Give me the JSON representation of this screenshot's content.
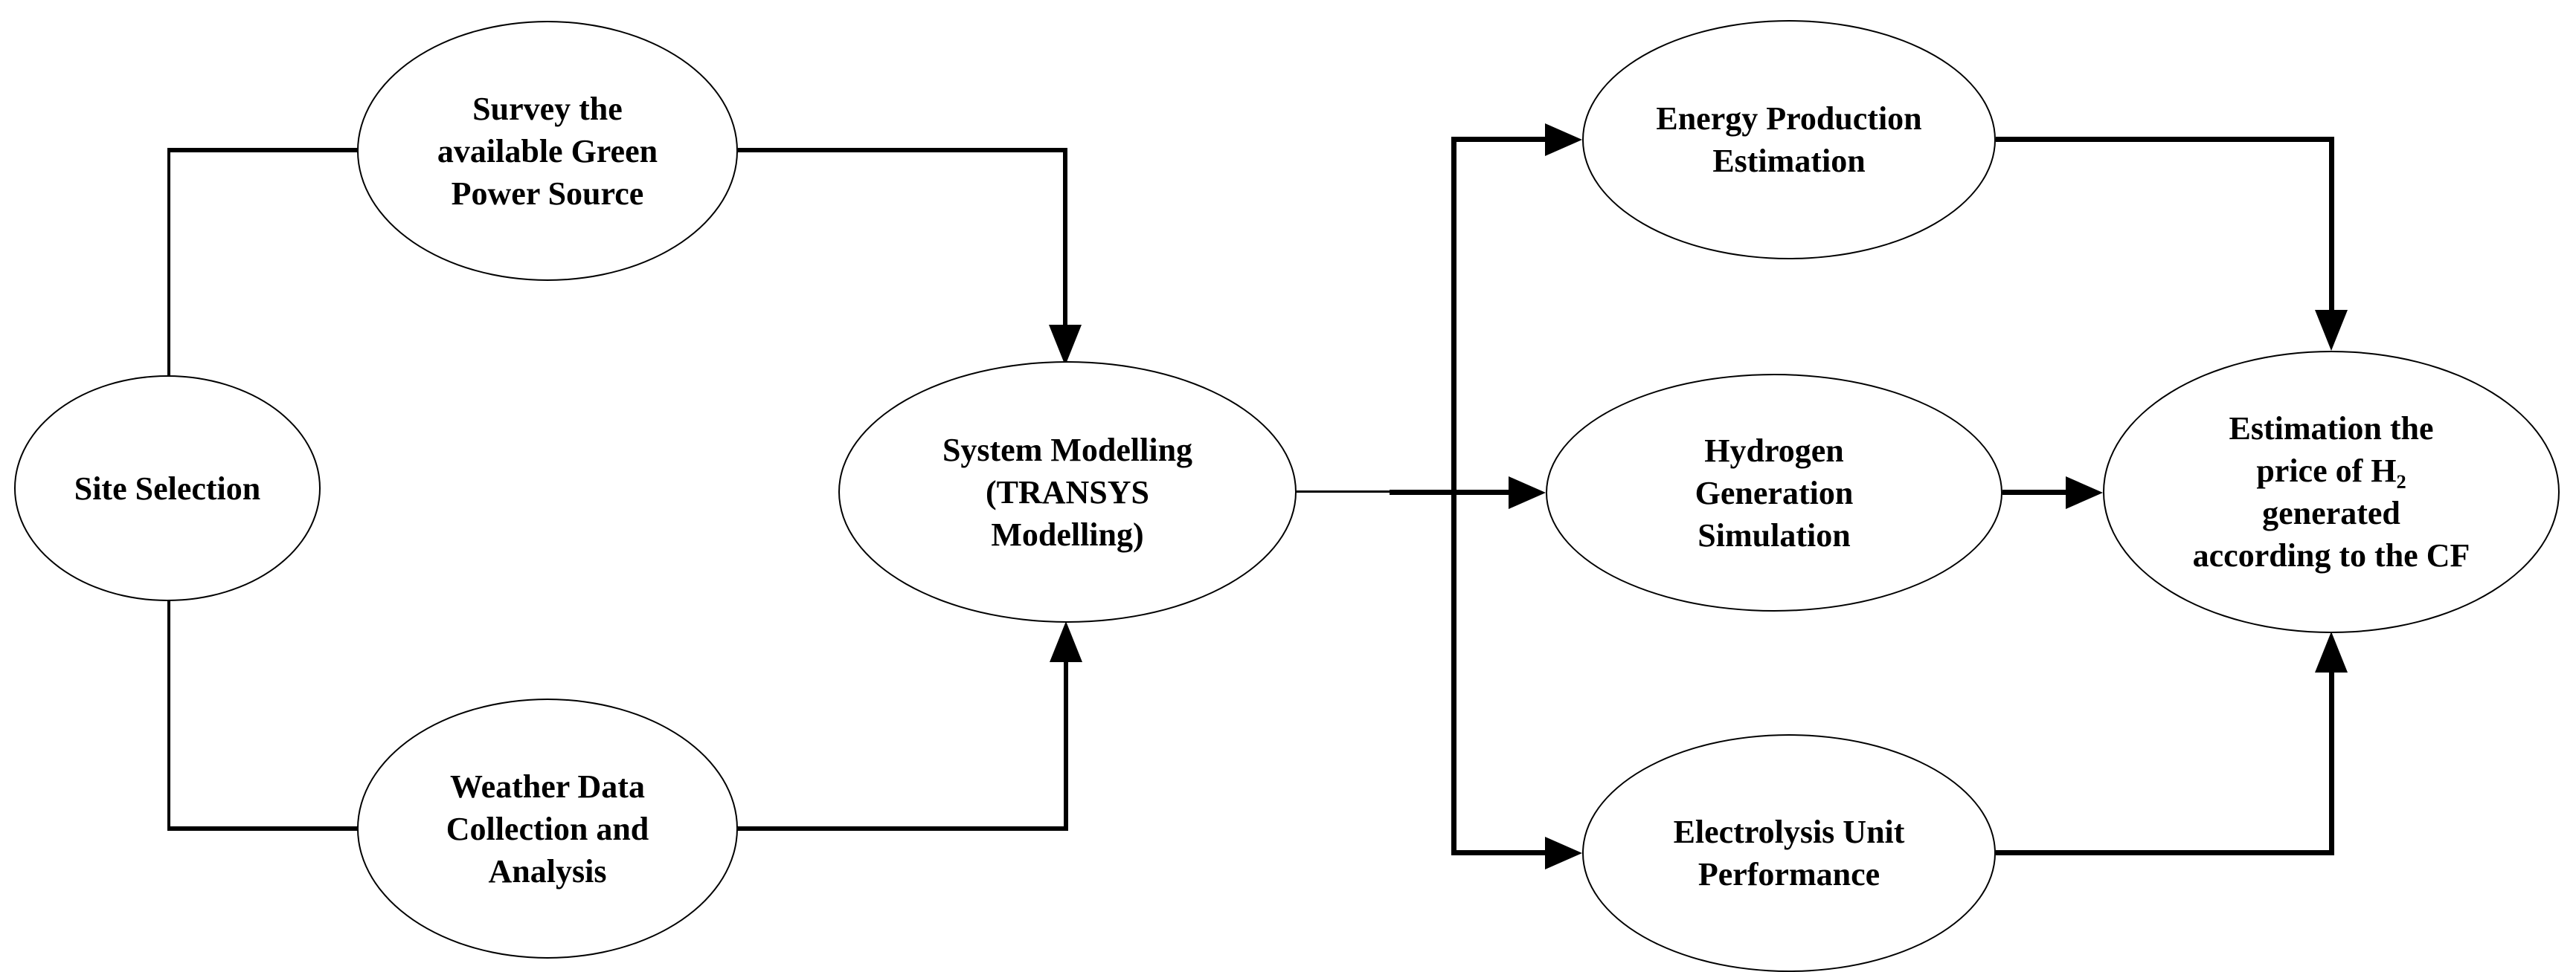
{
  "diagram_type": "flowchart",
  "colors": {
    "background": "#ffffff",
    "node_fill": "#ffffff",
    "stroke": "#000000",
    "text": "#000000"
  },
  "nodes": {
    "site_selection": {
      "label": "Site Selection",
      "lines": [
        "Site Selection"
      ]
    },
    "survey_green_power": {
      "label": "Survey the available Green Power Source",
      "lines": [
        "Survey the",
        "available Green",
        "Power Source"
      ]
    },
    "weather_data": {
      "label": "Weather Data Collection and Analysis",
      "lines": [
        "Weather Data",
        "Collection and",
        "Analysis"
      ]
    },
    "system_modelling": {
      "label": "System Modelling (TRANSYS Modelling)",
      "lines": [
        "System Modelling",
        "(TRANSYS",
        "Modelling)"
      ]
    },
    "energy_production": {
      "label": "Energy Production Estimation",
      "lines": [
        "Energy Production",
        "Estimation"
      ]
    },
    "hydrogen_generation": {
      "label": "Hydrogen Generation Simulation",
      "lines": [
        "Hydrogen",
        "Generation",
        "Simulation"
      ]
    },
    "electrolysis_unit": {
      "label": "Electrolysis Unit Performance",
      "lines": [
        "Electrolysis Unit",
        "Performance"
      ]
    },
    "price_estimation": {
      "label": "Estimation the price of H₂ generated according to the CF",
      "lines": [
        "Estimation the",
        "price of H₂",
        "generated",
        "according to the CF"
      ]
    }
  },
  "edges": [
    {
      "from": "site_selection",
      "to": "survey_green_power",
      "arrow": false
    },
    {
      "from": "site_selection",
      "to": "weather_data",
      "arrow": false
    },
    {
      "from": "survey_green_power",
      "to": "system_modelling",
      "arrow": true
    },
    {
      "from": "weather_data",
      "to": "system_modelling",
      "arrow": true
    },
    {
      "from": "system_modelling",
      "to": "energy_production",
      "arrow": true
    },
    {
      "from": "system_modelling",
      "to": "hydrogen_generation",
      "arrow": true
    },
    {
      "from": "system_modelling",
      "to": "electrolysis_unit",
      "arrow": true
    },
    {
      "from": "energy_production",
      "to": "price_estimation",
      "arrow": true
    },
    {
      "from": "hydrogen_generation",
      "to": "price_estimation",
      "arrow": true
    },
    {
      "from": "electrolysis_unit",
      "to": "price_estimation",
      "arrow": true
    }
  ]
}
